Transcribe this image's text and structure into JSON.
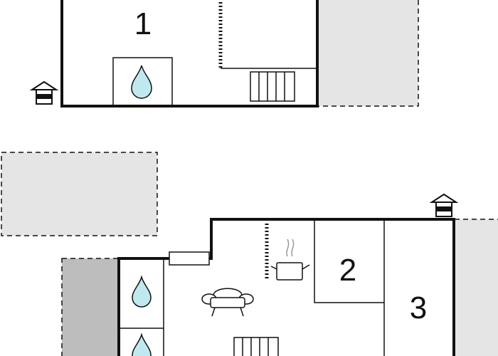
{
  "plan": {
    "rooms": [
      {
        "number": "1",
        "floor": "upper"
      },
      {
        "number": "2",
        "floor": "lower"
      },
      {
        "number": "3",
        "floor": "lower"
      }
    ]
  },
  "icons": [
    "house-icon",
    "water-drop-icon",
    "radiator-icon",
    "stove-pot-icon",
    "sofa-icon",
    "window-icon"
  ],
  "colors": {
    "wall": "#111111",
    "outdoor_area": "#e5e5e5",
    "dark_area": "#bdbdbd",
    "water": "#bfe8ef",
    "background": "#ffffff"
  }
}
